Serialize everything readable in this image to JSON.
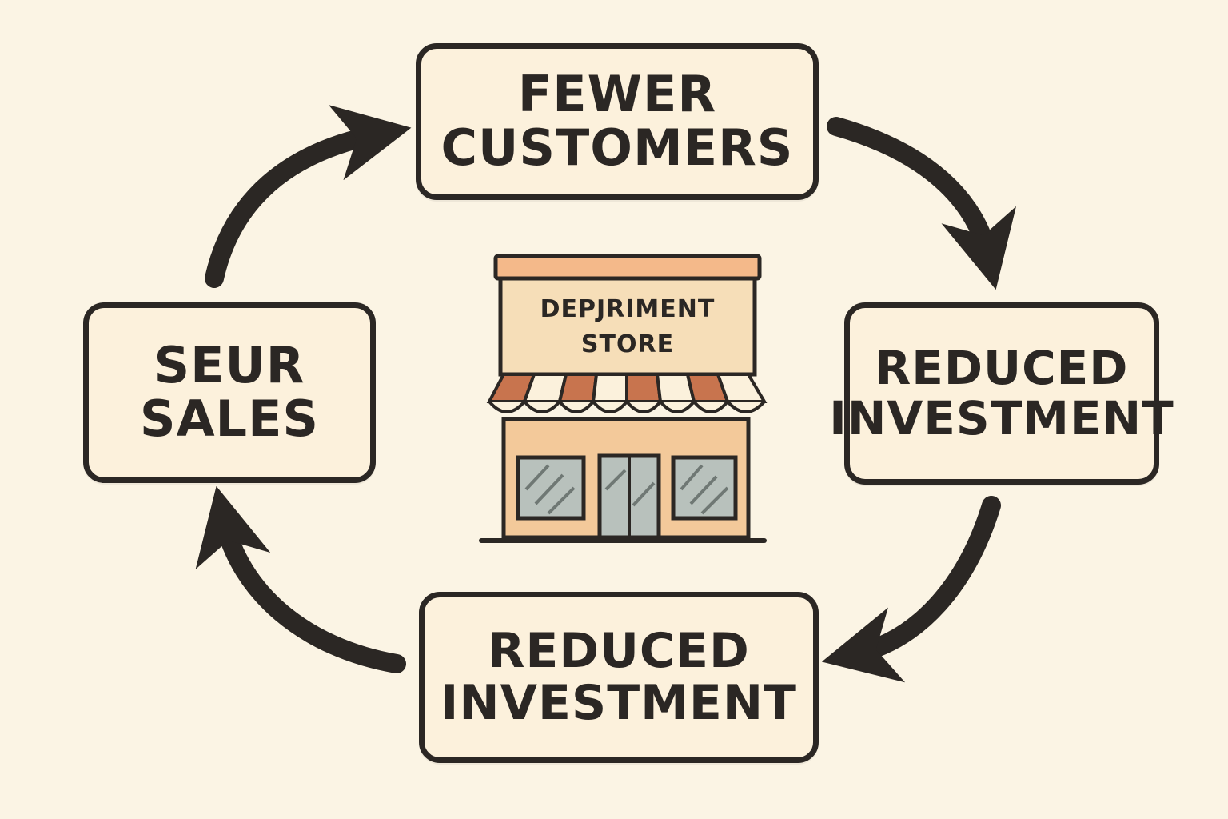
{
  "diagram": {
    "nodes": {
      "top": {
        "line1": "FEWER",
        "line2": "CUSTOMERS"
      },
      "right": {
        "line1": "REDUCED",
        "line2": "INVESTMENT"
      },
      "bottom": {
        "line1": "REDUCED",
        "line2": "INVESTMENT"
      },
      "left": {
        "line1": "SEUR",
        "line2": "SALES"
      }
    },
    "store": {
      "sign_line1": "DEPJRIMENT",
      "sign_line2": "STORE"
    }
  }
}
